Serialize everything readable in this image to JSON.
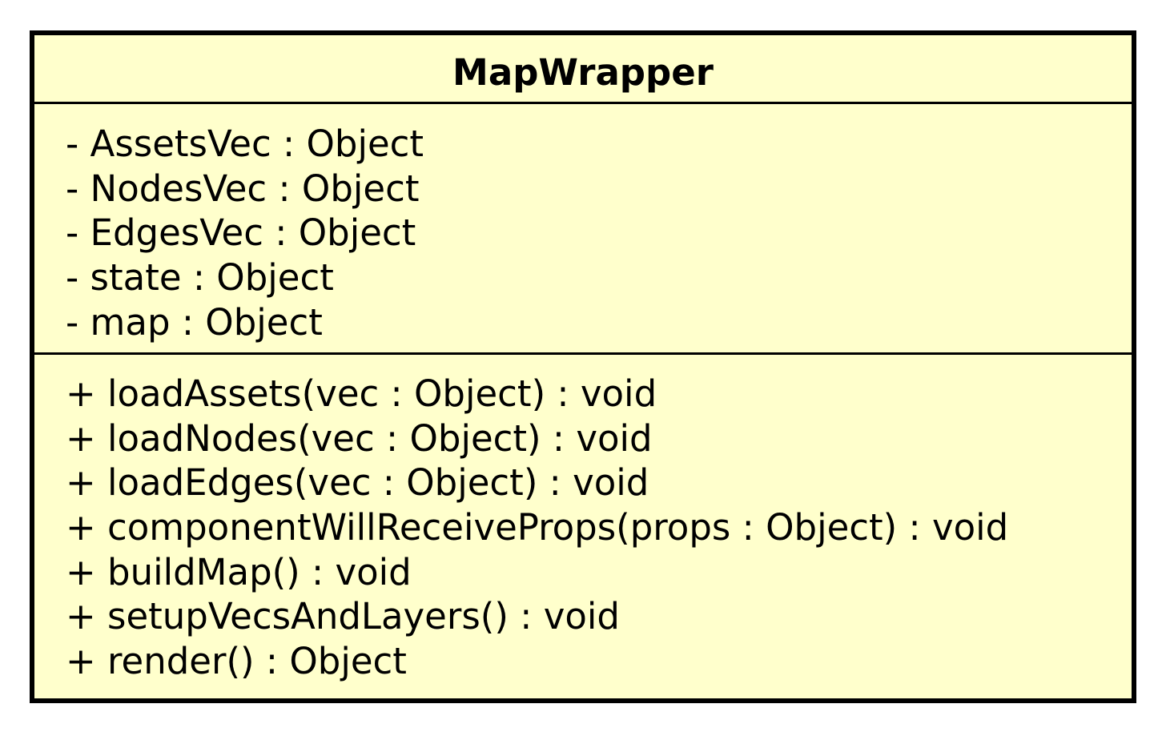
{
  "class": {
    "name": "MapWrapper",
    "colors": {
      "fill": "#ffffcc",
      "border": "#000000",
      "text": "#000000"
    },
    "attributes": [
      "- AssetsVec : Object",
      "- NodesVec : Object",
      "- EdgesVec : Object",
      "- state : Object",
      "- map : Object"
    ],
    "operations": [
      "+ loadAssets(vec : Object) : void",
      "+ loadNodes(vec : Object) : void",
      "+ loadEdges(vec : Object) : void",
      "+ componentWillReceiveProps(props : Object) : void",
      "+ buildMap() : void",
      "+ setupVecsAndLayers() : void",
      "+ render() : Object"
    ]
  }
}
